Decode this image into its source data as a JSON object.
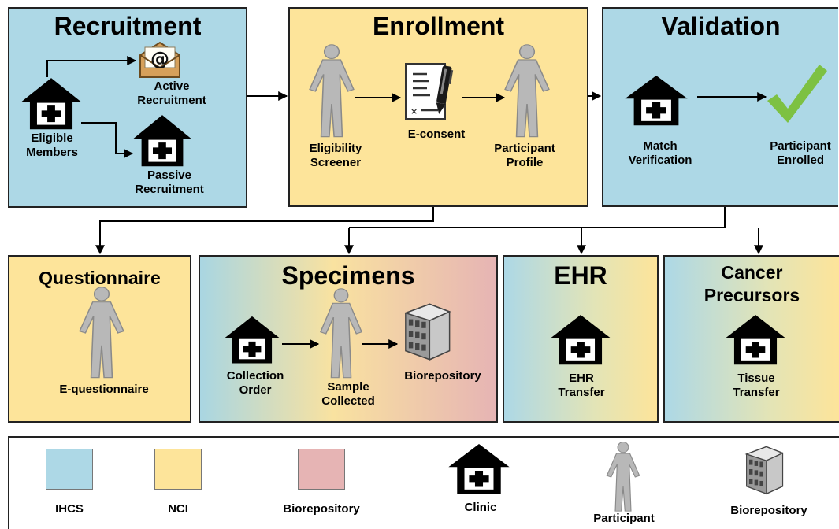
{
  "colors": {
    "ihcs": "#add8e6",
    "nci": "#fde49a",
    "biorepository": "#e6b4b4",
    "check": "#7dc142",
    "person": "#b8b8b8"
  },
  "panels": {
    "recruitment": {
      "title": "Recruitment",
      "eligible_members": [
        "Eligible",
        "Members"
      ],
      "active_recruitment": [
        "Active",
        "Recruitment"
      ],
      "passive_recruitment": [
        "Passive",
        "Recruitment"
      ]
    },
    "enrollment": {
      "title": "Enrollment",
      "eligibility_screener": [
        "Eligibility",
        "Screener"
      ],
      "econsent": "E-consent",
      "participant_profile": [
        "Participant",
        "Profile"
      ]
    },
    "validation": {
      "title": "Validation",
      "match_verification": [
        "Match",
        "Verification"
      ],
      "participant_enrolled": [
        "Participant",
        "Enrolled"
      ]
    },
    "questionnaire": {
      "title": "Questionnaire",
      "equestionnaire": "E-questionnaire"
    },
    "specimens": {
      "title": "Specimens",
      "collection_order": [
        "Collection",
        "Order"
      ],
      "sample_collected": [
        "Sample",
        "Collected"
      ],
      "biorepository": "Biorepository"
    },
    "ehr": {
      "title": "EHR",
      "ehr_transfer": [
        "EHR",
        "Transfer"
      ]
    },
    "cancer_precursors": {
      "title": [
        "Cancer",
        "Precursors"
      ],
      "tissue_transfer": [
        "Tissue",
        "Transfer"
      ]
    }
  },
  "legend": {
    "ihcs": "IHCS",
    "nci": "NCI",
    "biorepository_color": "Biorepository",
    "clinic": "Clinic",
    "participant": "Participant",
    "biorepository_icon": "Biorepository"
  },
  "icons": {
    "clinic": "clinic-house-icon",
    "participant": "person-icon",
    "biorepository": "building-icon",
    "email": "envelope-at-icon",
    "econsent": "document-pen-icon",
    "check": "checkmark-icon"
  }
}
